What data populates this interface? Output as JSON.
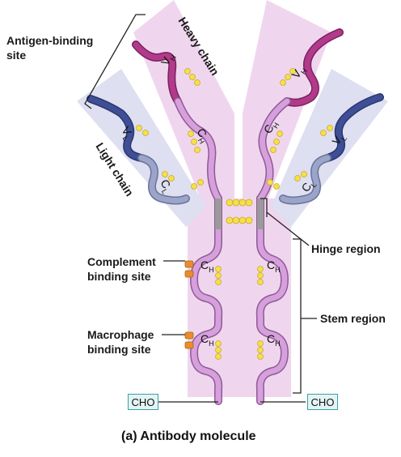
{
  "labels": {
    "antigen_binding_site_line1": "Antigen-binding",
    "antigen_binding_site_line2": "site",
    "heavy_chain": "Heavy chain",
    "light_chain": "Light chain",
    "hinge_region": "Hinge region",
    "complement_line1": "Complement",
    "complement_line2": "binding site",
    "stem_region": "Stem region",
    "macrophage_line1": "Macrophage",
    "macrophage_line2": "binding site",
    "cho_left": "CHO",
    "cho_right": "CHO"
  },
  "domains": {
    "vh": {
      "letter": "V",
      "sub": "H"
    },
    "vl": {
      "letter": "V",
      "sub": "L"
    },
    "ch": {
      "letter": "C",
      "sub": "H"
    },
    "cl": {
      "letter": "C",
      "sub": "L"
    }
  },
  "caption": "(a) Antibody molecule",
  "colors": {
    "heavy_chain_region": "#efd6ee",
    "light_chain_region": "#dedff0",
    "heavy_chain_tube": "#d5a0dc",
    "variable_heavy_tube": "#b23a8a",
    "light_chain_tube": "#9aa5c9",
    "variable_light_tube": "#3e4f96",
    "disulfide_bond": "#f5e04a",
    "binding_site_marker": "#e98d2c",
    "cho_box": "#3aa0a8"
  }
}
